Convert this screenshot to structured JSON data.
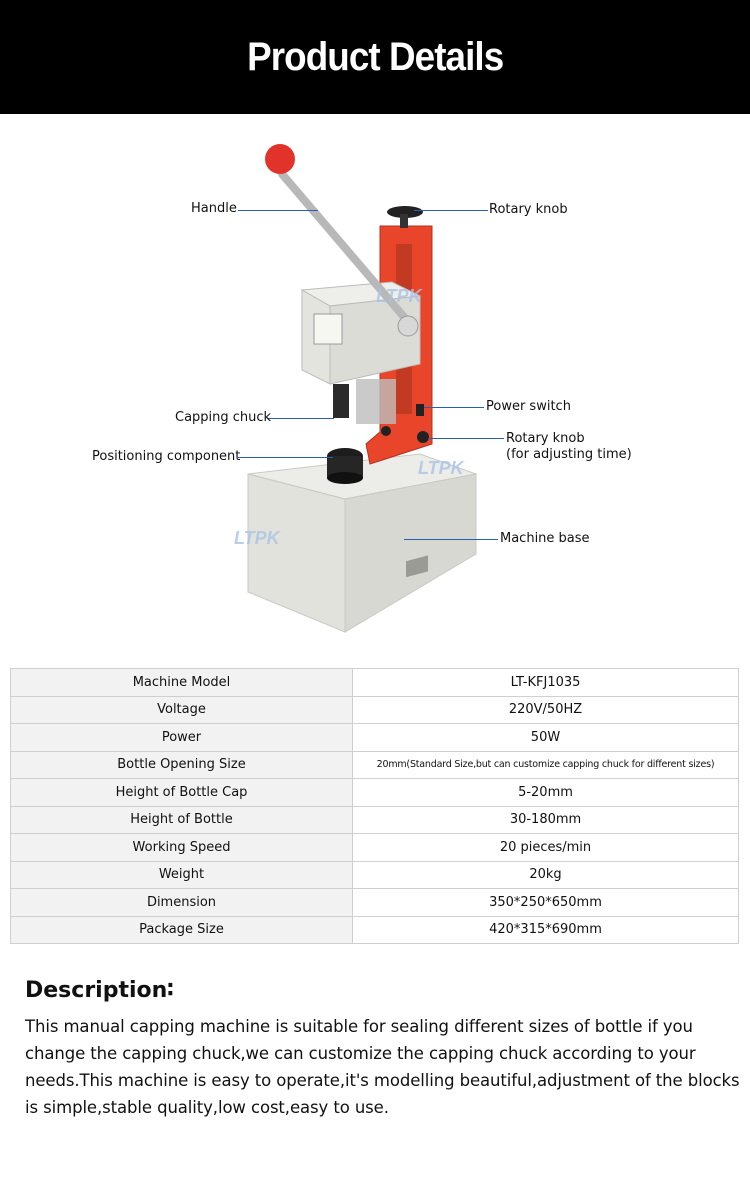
{
  "header": {
    "title": "Product Details"
  },
  "figure": {
    "watermark": "LTPK",
    "callouts": {
      "handle": "Handle",
      "rotary_knob_top": "Rotary knob",
      "power_switch": "Power switch",
      "capping_chuck": "Capping chuck",
      "rotary_knob_time": "Rotary knob",
      "rotary_knob_time_note": "(for adjusting time)",
      "positioning_component": "Positioning component",
      "machine_base": "Machine base"
    },
    "colors": {
      "column": "#e8452a",
      "ball": "#e2332b",
      "body": "#e6e6e2",
      "leader_line": "#2a5fb0"
    }
  },
  "specs": [
    {
      "label": "Machine Model",
      "value": "LT-KFJ1035"
    },
    {
      "label": "Voltage",
      "value": "220V/50HZ"
    },
    {
      "label": "Power",
      "value": "50W"
    },
    {
      "label": "Bottle Opening Size",
      "value": "20mm(Standard Size,but can customize capping chuck for different sizes)"
    },
    {
      "label": "Height of Bottle Cap",
      "value": "5-20mm"
    },
    {
      "label": "Height of Bottle",
      "value": "30-180mm"
    },
    {
      "label": "Working Speed",
      "value": "20 pieces/min"
    },
    {
      "label": "Weight",
      "value": "20kg"
    },
    {
      "label": "Dimension",
      "value": "350*250*650mm"
    },
    {
      "label": "Package Size",
      "value": "420*315*690mm"
    }
  ],
  "description": {
    "title": "Description∶",
    "text": "This manual capping machine is suitable for sealing different sizes of bottle if you change the capping chuck,we can customize the capping chuck according to your needs.This machine is easy to operate,it's modelling beautiful,adjustment of the blocks is simple,stable quality,low cost,easy to use."
  }
}
